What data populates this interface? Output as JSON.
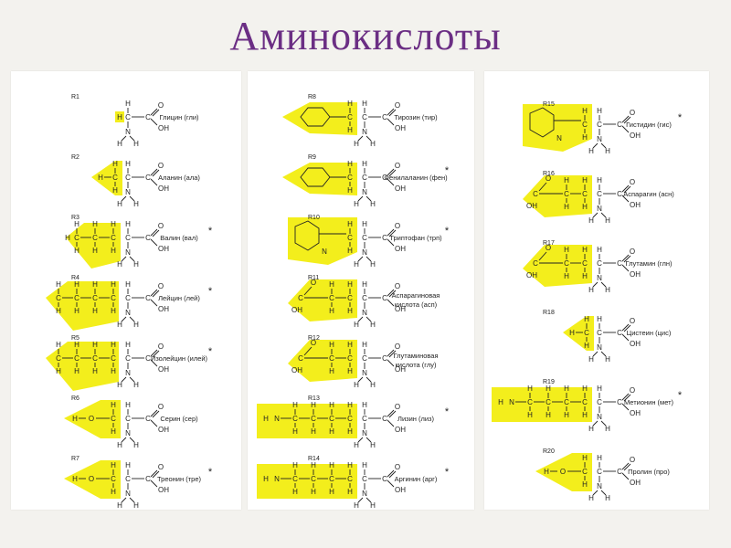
{
  "title": "Аминокислоты",
  "colors": {
    "title": "#6b2e84",
    "highlight": "#f3ee1c",
    "bond": "#222222"
  },
  "panels": [
    [
      {
        "r": "R1",
        "name": "Глицин (гли)",
        "essential": false,
        "shape": "m1"
      },
      {
        "r": "R2",
        "name": "Аланин (ала)",
        "essential": false,
        "shape": "m2"
      },
      {
        "r": "R3",
        "name": "Валин (вал)",
        "essential": true,
        "shape": "m3"
      },
      {
        "r": "R4",
        "name": "Лейцин (лей)",
        "essential": true,
        "shape": "m4"
      },
      {
        "r": "R5",
        "name": "Изолейцин (илей)",
        "essential": true,
        "shape": "m4"
      },
      {
        "r": "R6",
        "name": "Серин (сер)",
        "essential": false,
        "shape": "m5"
      },
      {
        "r": "R7",
        "name": "Треонин (тре)",
        "essential": true,
        "shape": "m5"
      }
    ],
    [
      {
        "r": "R8",
        "name": "Тирозин (тир)",
        "essential": false,
        "shape": "m6"
      },
      {
        "r": "R9",
        "name": "Фенилаланин (фен)",
        "essential": true,
        "shape": "m6"
      },
      {
        "r": "R10",
        "name": "Триптофан (трп)",
        "essential": true,
        "shape": "m7"
      },
      {
        "r": "R11",
        "name": "Аспарагиновая кислота (асп)",
        "essential": false,
        "shape": "m8"
      },
      {
        "r": "R12",
        "name": "Глутаминовая кислота (глу)",
        "essential": false,
        "shape": "m8"
      },
      {
        "r": "R13",
        "name": "Лизин (лиз)",
        "essential": true,
        "shape": "m9"
      },
      {
        "r": "R14",
        "name": "Аргинин (арг)",
        "essential": true,
        "shape": "m9"
      }
    ],
    [
      {
        "r": "R15",
        "name": "Гистидин (гис)",
        "essential": true,
        "shape": "m7"
      },
      {
        "r": "R16",
        "name": "Аспарагин (асн)",
        "essential": false,
        "shape": "m8"
      },
      {
        "r": "R17",
        "name": "Глутамин (глн)",
        "essential": false,
        "shape": "m8"
      },
      {
        "r": "R18",
        "name": "Цистеин (цис)",
        "essential": false,
        "shape": "m2"
      },
      {
        "r": "R19",
        "name": "Метионин (мет)",
        "essential": true,
        "shape": "m9"
      },
      {
        "r": "R20",
        "name": "Пролин (про)",
        "essential": false,
        "shape": "m5"
      }
    ]
  ],
  "atoms": {
    "h": "H",
    "c": "C",
    "n": "N",
    "o": "O",
    "oh": "OH",
    "essential_mark": "*"
  }
}
